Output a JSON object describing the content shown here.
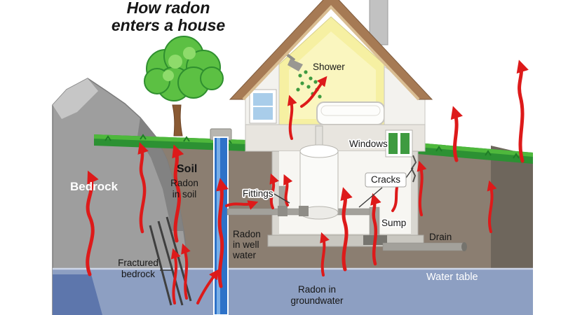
{
  "title": [
    "How radon",
    "enters a house"
  ],
  "labels": {
    "bedrock": "Bedrock",
    "soil": "Soil",
    "radon_in_soil": [
      "Radon",
      "in soil"
    ],
    "fractured_bedrock": [
      "Fractured",
      "bedrock"
    ],
    "radon_in_well_water": [
      "Radon",
      "in well",
      "water"
    ],
    "fittings": "Fittings",
    "radon_in_groundwater": [
      "Radon in",
      "groundwater"
    ],
    "water_table": "Water table",
    "drain": "Drain",
    "sump": "Sump",
    "cracks": "Cracks",
    "windows": "Windows",
    "shower": "Shower"
  },
  "colors": {
    "radon_arrow": "#dd1a1a",
    "grass_top": "#4eb83c",
    "grass_edge": "#2c9133",
    "soil": "#8b7e71",
    "soil_shadow": "#6e665c",
    "bedrock": "#9e9e9e",
    "water": "#8d9fc2",
    "water_deep": "#5d76ac",
    "well_water": "#2e72c8",
    "roof": "#a67a54",
    "room_interior": "#f6f0a2",
    "spray": "#3f9b40"
  }
}
